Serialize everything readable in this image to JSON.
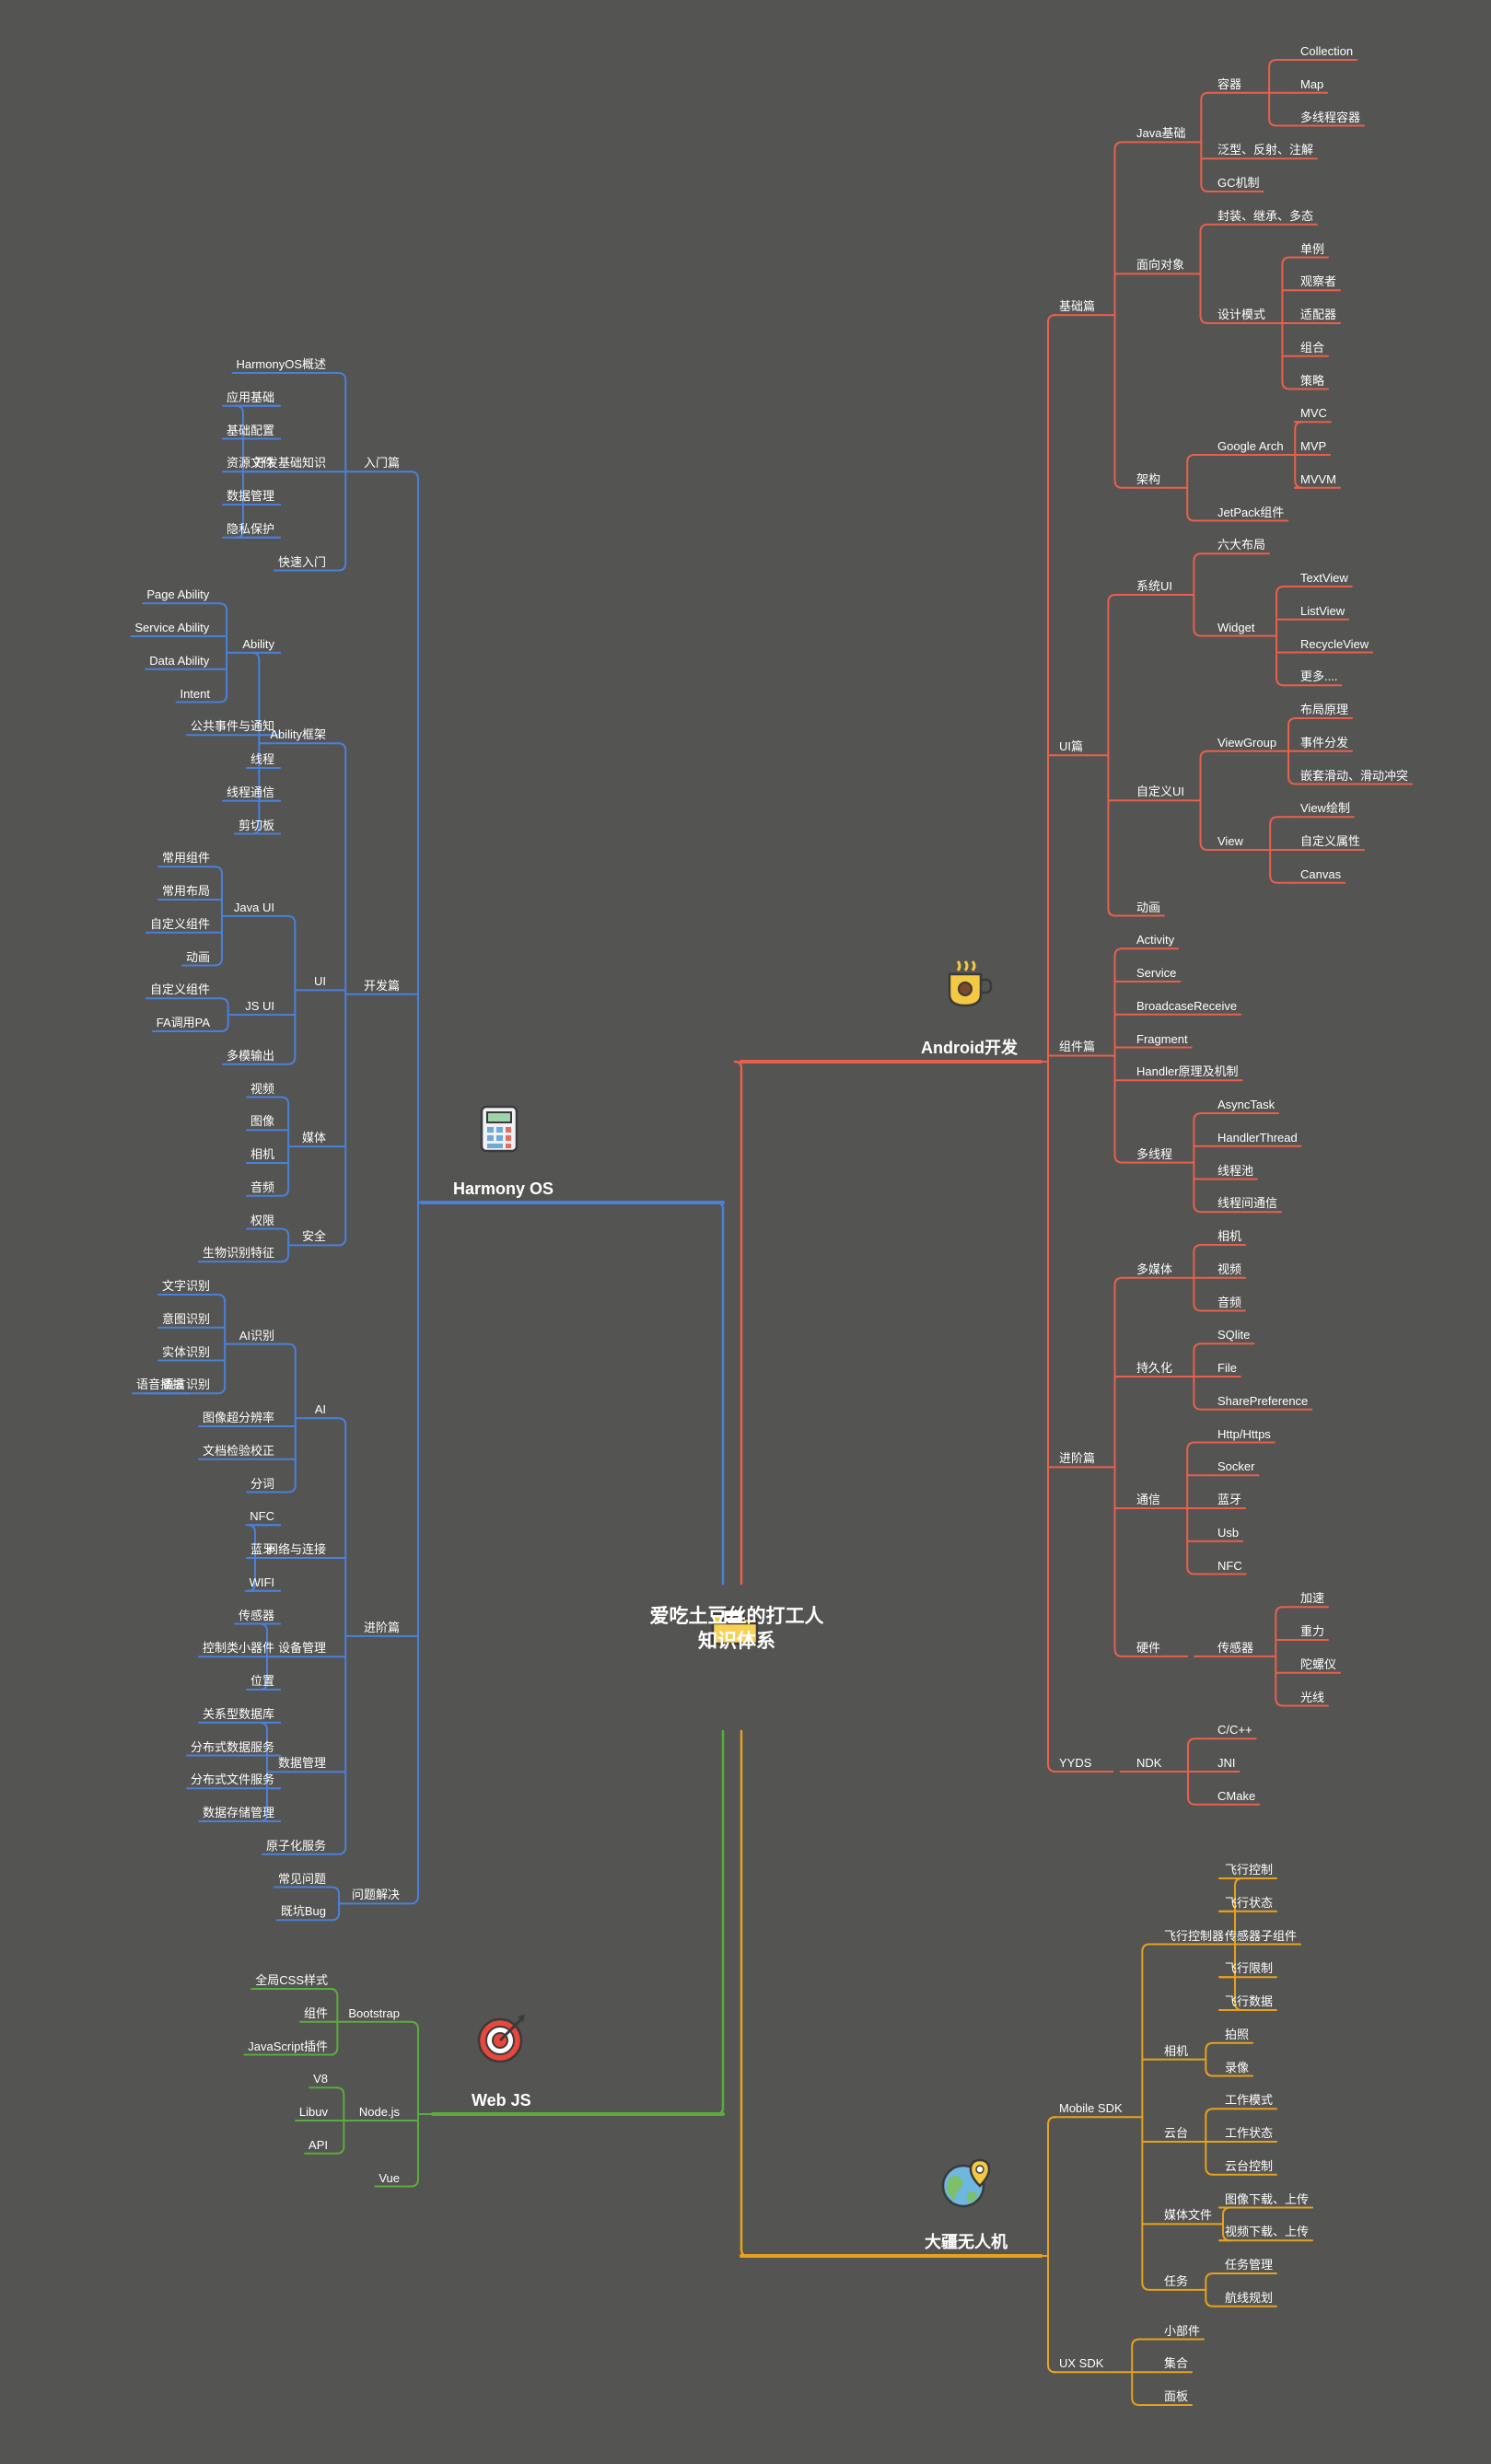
{
  "colors": {
    "background": "#545452",
    "harmony": "#4a80d9",
    "android": "#e8604c",
    "webjs": "#5aac3d",
    "drone": "#e6a21e",
    "text": "#ffffff"
  },
  "center": {
    "icon": "folder-document-icon",
    "title_line1": "爱吃土豆丝的打工人",
    "title_line2": "知识体系"
  },
  "branches": {
    "harmony": {
      "label": "Harmony OS",
      "icon": "calculator-icon",
      "children": [
        {
          "label": "入门篇",
          "children": [
            {
              "label": "HarmonyOS概述"
            },
            {
              "label": "开发基础知识",
              "children": [
                {
                  "label": "应用基础"
                },
                {
                  "label": "基础配置"
                },
                {
                  "label": "资源文件"
                },
                {
                  "label": "数据管理"
                },
                {
                  "label": "隐私保护"
                }
              ]
            },
            {
              "label": "快速入门"
            }
          ]
        },
        {
          "label": "开发篇",
          "children": [
            {
              "label": "Ability框架",
              "children": [
                {
                  "label": "Ability",
                  "children": [
                    {
                      "label": "Page Ability"
                    },
                    {
                      "label": "Service Ability"
                    },
                    {
                      "label": "Data Ability"
                    },
                    {
                      "label": "Intent"
                    }
                  ]
                },
                {
                  "label": "公共事件与通知"
                },
                {
                  "label": "线程"
                },
                {
                  "label": "线程通信"
                },
                {
                  "label": "剪切板"
                }
              ]
            },
            {
              "label": "UI",
              "children": [
                {
                  "label": "Java UI",
                  "children": [
                    {
                      "label": "常用组件"
                    },
                    {
                      "label": "常用布局"
                    },
                    {
                      "label": "自定义组件"
                    },
                    {
                      "label": "动画"
                    }
                  ]
                },
                {
                  "label": "JS UI",
                  "children": [
                    {
                      "label": "自定义组件"
                    },
                    {
                      "label": "FA调用PA"
                    }
                  ]
                },
                {
                  "label": "多模输出"
                }
              ]
            },
            {
              "label": "媒体",
              "children": [
                {
                  "label": "视频"
                },
                {
                  "label": "图像"
                },
                {
                  "label": "相机"
                },
                {
                  "label": "音频"
                }
              ]
            },
            {
              "label": "安全",
              "children": [
                {
                  "label": "权限"
                },
                {
                  "label": "生物识别特征"
                }
              ]
            }
          ]
        },
        {
          "label": "进阶篇",
          "children": [
            {
              "label": "AI",
              "children": [
                {
                  "label": "AI识别",
                  "children": [
                    {
                      "label": "文字识别"
                    },
                    {
                      "label": "意图识别"
                    },
                    {
                      "label": "实体识别"
                    },
                    {
                      "label": "语言识别",
                      "children": [
                        {
                          "label": "语音播报"
                        }
                      ]
                    }
                  ]
                },
                {
                  "label": "图像超分辨率"
                },
                {
                  "label": "文档检验校正"
                },
                {
                  "label": "分词"
                }
              ]
            },
            {
              "label": "网络与连接",
              "children": [
                {
                  "label": "NFC"
                },
                {
                  "label": "蓝牙"
                },
                {
                  "label": "WIFI"
                }
              ]
            },
            {
              "label": "设备管理",
              "children": [
                {
                  "label": "传感器"
                },
                {
                  "label": "控制类小器件"
                },
                {
                  "label": "位置"
                }
              ]
            },
            {
              "label": "数据管理",
              "children": [
                {
                  "label": "关系型数据库"
                },
                {
                  "label": "分布式数据服务"
                },
                {
                  "label": "分布式文件服务"
                },
                {
                  "label": "数据存储管理"
                }
              ]
            },
            {
              "label": "原子化服务"
            }
          ]
        },
        {
          "label": "问题解决",
          "children": [
            {
              "label": "常见问题"
            },
            {
              "label": "既坑Bug"
            }
          ]
        }
      ]
    },
    "webjs": {
      "label": "Web JS",
      "icon": "target-icon",
      "children": [
        {
          "label": "Bootstrap",
          "children": [
            {
              "label": "全局CSS样式"
            },
            {
              "label": "组件"
            },
            {
              "label": "JavaScript插件"
            }
          ]
        },
        {
          "label": "Node.js",
          "children": [
            {
              "label": "V8"
            },
            {
              "label": "Libuv"
            },
            {
              "label": "API"
            }
          ]
        },
        {
          "label": "Vue"
        }
      ]
    },
    "android": {
      "label": "Android开发",
      "icon": "coffee-cup-icon",
      "children": [
        {
          "label": "基础篇",
          "children": [
            {
              "label": "Java基础",
              "children": [
                {
                  "label": "容器",
                  "children": [
                    {
                      "label": "Collection"
                    },
                    {
                      "label": "Map"
                    },
                    {
                      "label": "多线程容器"
                    }
                  ]
                },
                {
                  "label": "泛型、反射、注解"
                },
                {
                  "label": "GC机制"
                }
              ]
            },
            {
              "label": "面向对象",
              "children": [
                {
                  "label": "封装、继承、多态"
                },
                {
                  "label": "设计模式",
                  "children": [
                    {
                      "label": "单例"
                    },
                    {
                      "label": "观察者"
                    },
                    {
                      "label": "适配器"
                    },
                    {
                      "label": "组合"
                    },
                    {
                      "label": "策略"
                    }
                  ]
                }
              ]
            },
            {
              "label": "架构",
              "children": [
                {
                  "label": "Google Arch",
                  "children": [
                    {
                      "label": "MVC"
                    },
                    {
                      "label": "MVP"
                    },
                    {
                      "label": "MVVM"
                    }
                  ]
                },
                {
                  "label": "JetPack组件"
                }
              ]
            }
          ]
        },
        {
          "label": "UI篇",
          "children": [
            {
              "label": "系统UI",
              "children": [
                {
                  "label": "六大布局"
                },
                {
                  "label": "Widget",
                  "children": [
                    {
                      "label": "TextView"
                    },
                    {
                      "label": "ListView"
                    },
                    {
                      "label": "RecycleView"
                    },
                    {
                      "label": "更多...."
                    }
                  ]
                }
              ]
            },
            {
              "label": "自定义UI",
              "children": [
                {
                  "label": "ViewGroup",
                  "children": [
                    {
                      "label": "布局原理"
                    },
                    {
                      "label": "事件分发"
                    },
                    {
                      "label": "嵌套滑动、滑动冲突"
                    }
                  ]
                },
                {
                  "label": "View",
                  "children": [
                    {
                      "label": "View绘制"
                    },
                    {
                      "label": "自定义属性"
                    },
                    {
                      "label": "Canvas"
                    }
                  ]
                }
              ]
            },
            {
              "label": "动画"
            }
          ]
        },
        {
          "label": "组件篇",
          "children": [
            {
              "label": "Activity"
            },
            {
              "label": "Service"
            },
            {
              "label": "BroadcaseReceive"
            },
            {
              "label": "Fragment"
            },
            {
              "label": "Handler原理及机制"
            },
            {
              "label": "多线程",
              "children": [
                {
                  "label": "AsyncTask"
                },
                {
                  "label": "HandlerThread"
                },
                {
                  "label": "线程池"
                },
                {
                  "label": "线程间通信"
                }
              ]
            }
          ]
        },
        {
          "label": "进阶篇",
          "children": [
            {
              "label": "多媒体",
              "children": [
                {
                  "label": "相机"
                },
                {
                  "label": "视频"
                },
                {
                  "label": "音频"
                }
              ]
            },
            {
              "label": "持久化",
              "children": [
                {
                  "label": "SQlite"
                },
                {
                  "label": "File"
                },
                {
                  "label": "SharePreference"
                }
              ]
            },
            {
              "label": "通信",
              "children": [
                {
                  "label": "Http/Https"
                },
                {
                  "label": "Socker"
                },
                {
                  "label": "蓝牙"
                },
                {
                  "label": "Usb"
                },
                {
                  "label": "NFC"
                }
              ]
            },
            {
              "label": "硬件",
              "children": [
                {
                  "label": "传感器",
                  "children": [
                    {
                      "label": "加速"
                    },
                    {
                      "label": "重力"
                    },
                    {
                      "label": "陀螺仪"
                    },
                    {
                      "label": "光线"
                    }
                  ]
                }
              ]
            }
          ]
        },
        {
          "label": "YYDS",
          "children": [
            {
              "label": "NDK",
              "children": [
                {
                  "label": "C/C++"
                },
                {
                  "label": "JNI"
                },
                {
                  "label": "CMake"
                }
              ]
            }
          ]
        }
      ]
    },
    "drone": {
      "label": "大疆无人机",
      "icon": "globe-pin-icon",
      "children": [
        {
          "label": "Mobile SDK",
          "children": [
            {
              "label": "飞行控制器",
              "children": [
                {
                  "label": "飞行控制"
                },
                {
                  "label": "飞行状态"
                },
                {
                  "label": "传感器子组件"
                },
                {
                  "label": "飞行限制"
                },
                {
                  "label": "飞行数据"
                }
              ]
            },
            {
              "label": "相机",
              "children": [
                {
                  "label": "拍照"
                },
                {
                  "label": "录像"
                }
              ]
            },
            {
              "label": "云台",
              "children": [
                {
                  "label": "工作模式"
                },
                {
                  "label": "工作状态"
                },
                {
                  "label": "云台控制"
                }
              ]
            },
            {
              "label": "媒体文件",
              "children": [
                {
                  "label": "图像下载、上传"
                },
                {
                  "label": "视频下载、上传"
                }
              ]
            },
            {
              "label": "任务",
              "children": [
                {
                  "label": "任务管理"
                },
                {
                  "label": "航线规划"
                }
              ]
            }
          ]
        },
        {
          "label": "UX SDK",
          "children": [
            {
              "label": "小部件"
            },
            {
              "label": "集合"
            },
            {
              "label": "面板"
            }
          ]
        }
      ]
    }
  }
}
